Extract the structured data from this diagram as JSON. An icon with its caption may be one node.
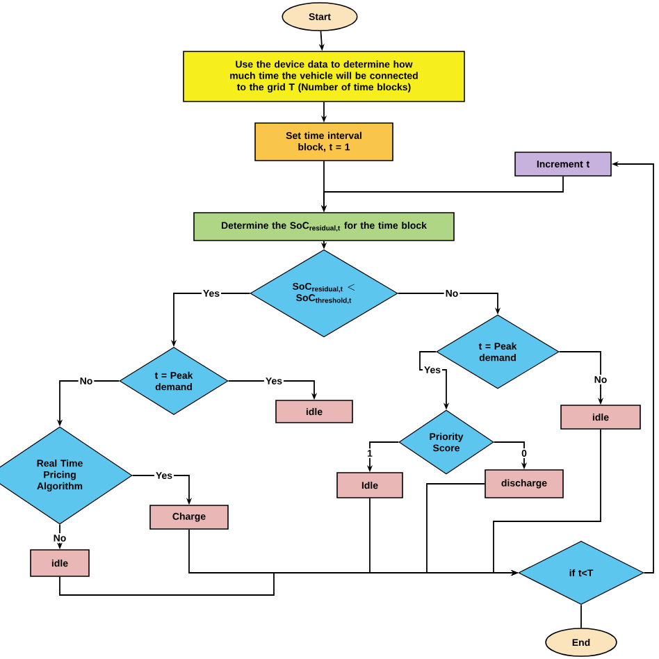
{
  "diagram": {
    "nodes": [
      {
        "text": [
          "Start"
        ]
      },
      {
        "text": [
          "Use the device data to determine how much time the vehicle will be connected to the grid T (Number of time blocks)"
        ]
      },
      {
        "text": [
          "Set time interval block, t = 1"
        ]
      },
      {
        "text": [
          "Increment t"
        ]
      },
      {
        "text": [
          "\\text{Determine the SoC}_{\\text{residual,t}}\\text{ for the time block}"
        ]
      },
      {
        "text": [
          "\\text{SoC}_{\\text{residual,t}} < \\text{SoC}_{\\text{threshold,t}}"
        ]
      },
      {
        "text": [
          "t = Peak demand"
        ]
      },
      {
        "text": [
          "idle"
        ]
      },
      {
        "text": [
          "t = Peak demand"
        ]
      },
      {
        "text": [
          "Priority Score"
        ]
      },
      {
        "text": [
          "idle"
        ]
      },
      {
        "text": [
          "Real Time Pricing Algorithm"
        ]
      },
      {
        "text": [
          "Charge"
        ]
      },
      {
        "text": [
          "Idle"
        ]
      },
      {
        "text": [
          "discharge"
        ]
      },
      {
        "text": [
          "idle"
        ]
      },
      {
        "text": [
          "if t<T"
        ]
      },
      {
        "text": [
          "End"
        ]
      }
    ],
    "edges": [
      {
        "from": 0,
        "to": 1,
        "arrow": "to"
      },
      {
        "from": 1,
        "to": 2,
        "arrow": "to"
      },
      {
        "from": 2,
        "to": 4,
        "arrow": "to"
      },
      {
        "from": 3,
        "to": 4,
        "arrow": "to"
      },
      {
        "from": 4,
        "to": 5,
        "arrow": "to"
      },
      {
        "from": 5,
        "to": 6,
        "arrow": "to",
        "label": "Yes"
      },
      {
        "from": 5,
        "to": 8,
        "arrow": "to",
        "label": "No"
      },
      {
        "from": 6,
        "to": 11,
        "arrow": "to",
        "label": "No"
      },
      {
        "from": 6,
        "to": 7,
        "arrow": "to",
        "label": "Yes"
      },
      {
        "from": 8,
        "to": 9,
        "arrow": "to",
        "label": "Yes"
      },
      {
        "from": 8,
        "to": 10,
        "arrow": "to",
        "label": "No"
      },
      {
        "from": 9,
        "to": 13,
        "arrow": "to",
        "label": "1"
      },
      {
        "from": 9,
        "to": 14,
        "arrow": "to",
        "label": "0"
      },
      {
        "from": 11,
        "to": 12,
        "arrow": "to",
        "label": "Yes"
      },
      {
        "from": 11,
        "to": 15,
        "arrow": "to",
        "label": "No"
      },
      {
        "from": 12,
        "to": 16,
        "arrow": "to"
      },
      {
        "from": 13,
        "to": 16,
        "arrow": "to"
      },
      {
        "from": 14,
        "to": 16,
        "arrow": "to"
      },
      {
        "from": 10,
        "to": 16,
        "arrow": "to"
      },
      {
        "from": 15,
        "to": 16,
        "arrow": "to"
      },
      {
        "from": 16,
        "to": 17,
        "arrow": "none"
      },
      {
        "from": 16,
        "to": 3,
        "arrow": "to"
      }
    ]
  }
}
